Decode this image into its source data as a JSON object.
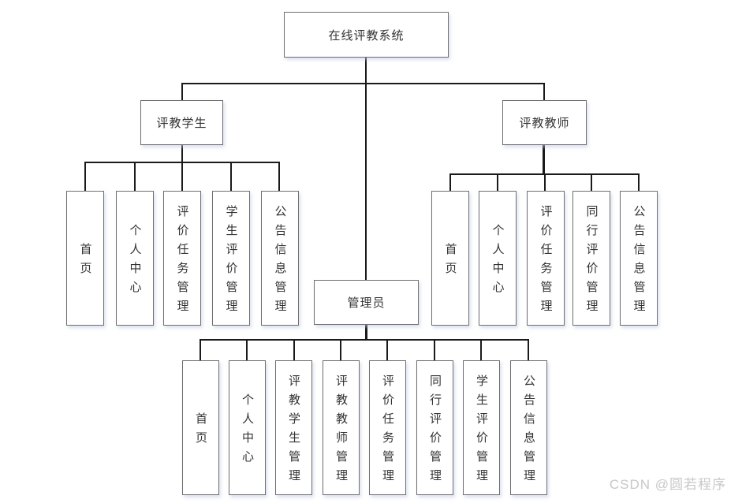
{
  "diagram": {
    "root": {
      "label": "在线评教系统"
    },
    "branches": [
      {
        "label": "评教学生",
        "children": [
          "首页",
          "个人中心",
          "评价任务管理",
          "学生评价管理",
          "公告信息管理"
        ]
      },
      {
        "label": "评教教师",
        "children": [
          "首页",
          "个人中心",
          "评价任务管理",
          "同行评价管理",
          "公告信息管理"
        ]
      },
      {
        "label": "管理员",
        "children": [
          "首页",
          "个人中心",
          "评教学生管理",
          "评教教师管理",
          "评价任务管理",
          "同行评价管理",
          "学生评价管理",
          "公告信息管理"
        ]
      }
    ],
    "colors": {
      "line": "#1a1a1a",
      "box_border": "#6e6e6e",
      "box_fill": "#ffffff",
      "text": "#333333"
    }
  },
  "watermark": {
    "text": "CSDN @圆若程序",
    "color": "#c8c8c8"
  }
}
